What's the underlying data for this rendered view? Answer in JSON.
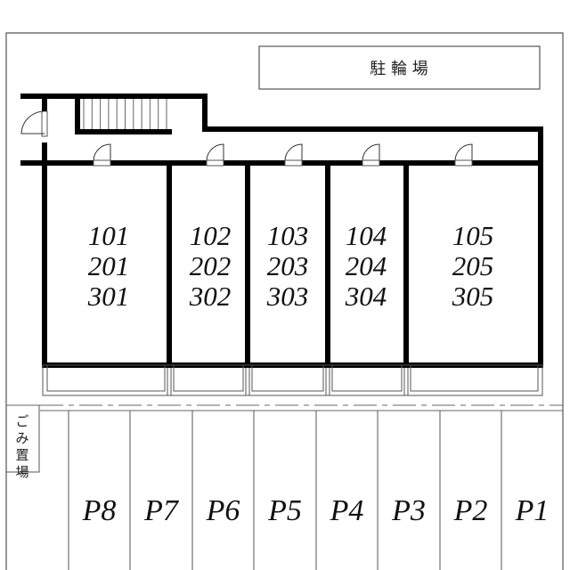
{
  "bicycle_parking": {
    "label": "駐 輪 場"
  },
  "units": [
    {
      "rooms": [
        "101",
        "201",
        "301"
      ]
    },
    {
      "rooms": [
        "102",
        "202",
        "302"
      ]
    },
    {
      "rooms": [
        "103",
        "203",
        "303"
      ]
    },
    {
      "rooms": [
        "104",
        "204",
        "304"
      ]
    },
    {
      "rooms": [
        "105",
        "205",
        "305"
      ]
    }
  ],
  "garbage": {
    "label": [
      "ご",
      "み",
      "置",
      "場"
    ]
  },
  "parking": [
    "P8",
    "P7",
    "P6",
    "P5",
    "P4",
    "P3",
    "P2",
    "P1"
  ]
}
